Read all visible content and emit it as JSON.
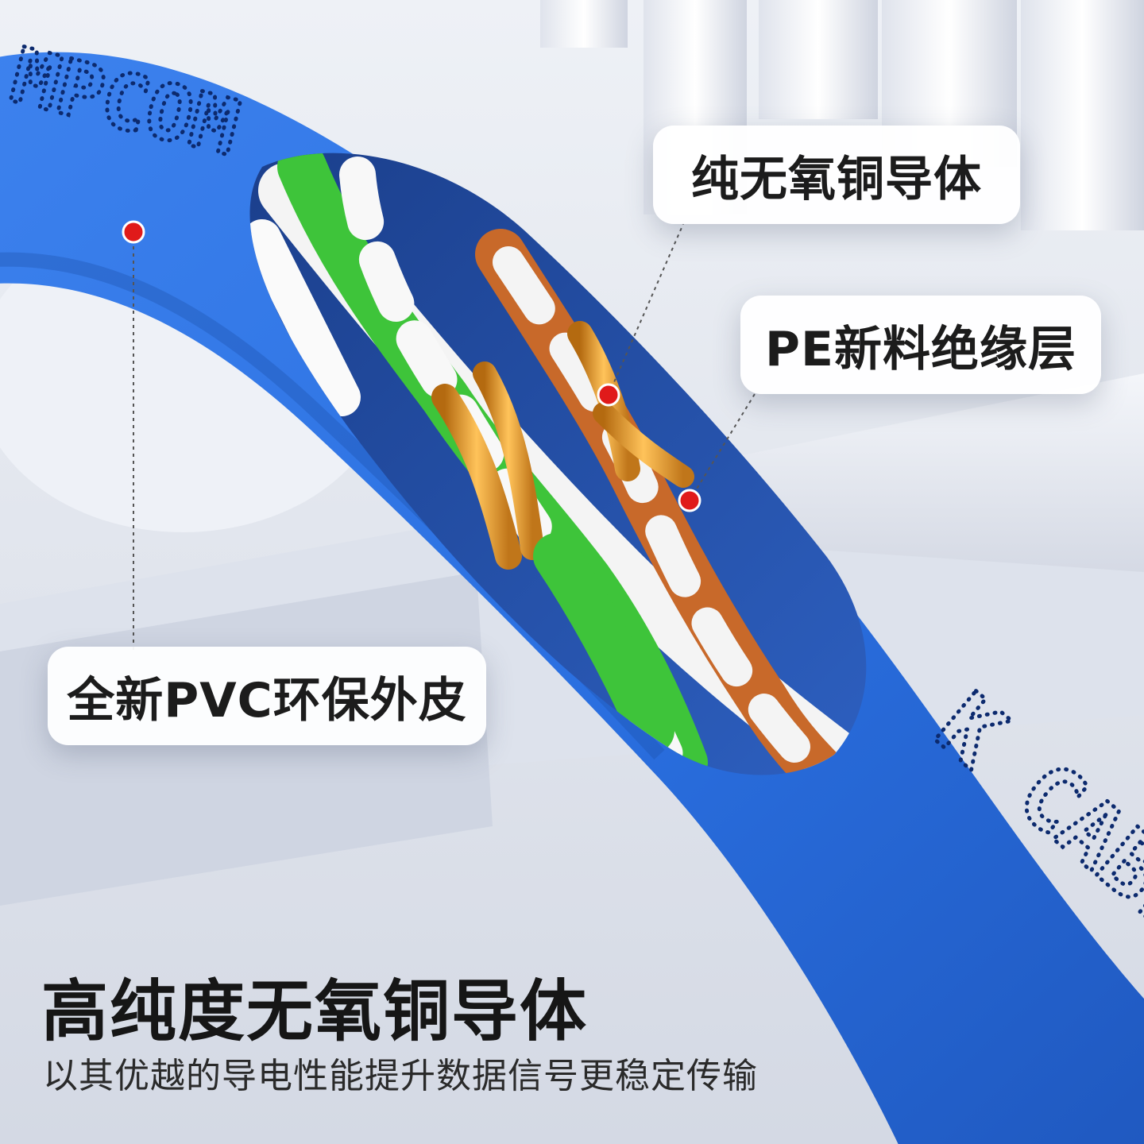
{
  "callouts": {
    "copper": "纯无氧铜导体",
    "pe": "PE新料绝缘层",
    "pvc": "全新PVC环保外皮"
  },
  "headline": "高纯度无氧铜导体",
  "subline": "以其优越的导电性能提升数据信号更稳定传输",
  "jacket_print": {
    "top": "MPCOM",
    "bottom": "K CABLE #"
  },
  "colors": {
    "jacket": "#2a6fe0",
    "green": "#3ec43a",
    "orange": "#c8692a",
    "copper": "#e8a030",
    "marker": "#e01a1a"
  }
}
